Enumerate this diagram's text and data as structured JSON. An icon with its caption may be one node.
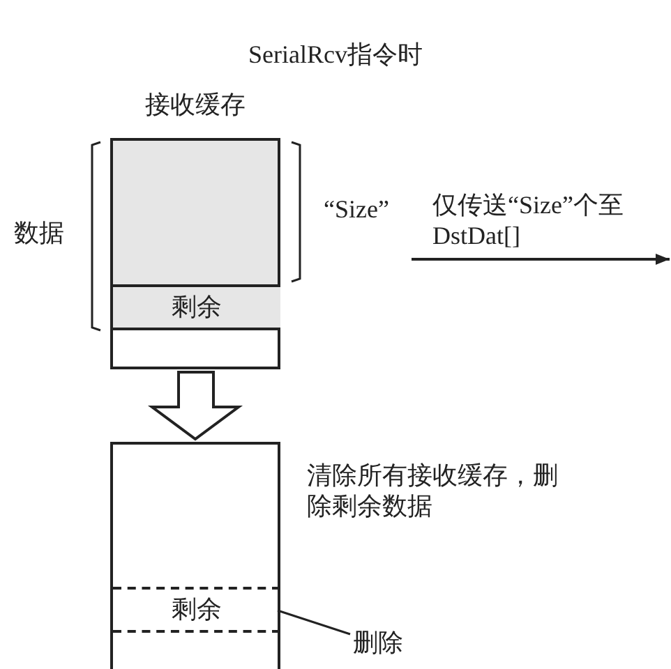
{
  "diagram": {
    "title": "SerialRcv指令时",
    "nodes": [
      {
        "text": [
          "接收缓存"
        ]
      },
      {
        "text": [
          "剩余"
        ],
        "in": 0
      },
      {
        "text": [],
        "shape": "box"
      },
      {
        "text": [
          "剩余"
        ],
        "in": 2
      },
      {
        "text": [
          "删除"
        ]
      }
    ],
    "edges": [
      {
        "from": 0,
        "to": 2,
        "arrow": "to",
        "style": "thick"
      },
      {
        "from": 4,
        "to": 3,
        "arrow": "none"
      }
    ],
    "labels": [
      "数据",
      "“Size”",
      "仅传送“Size”个至DstDat[]",
      "清除所有接收缓存，删除剩余数据"
    ]
  }
}
